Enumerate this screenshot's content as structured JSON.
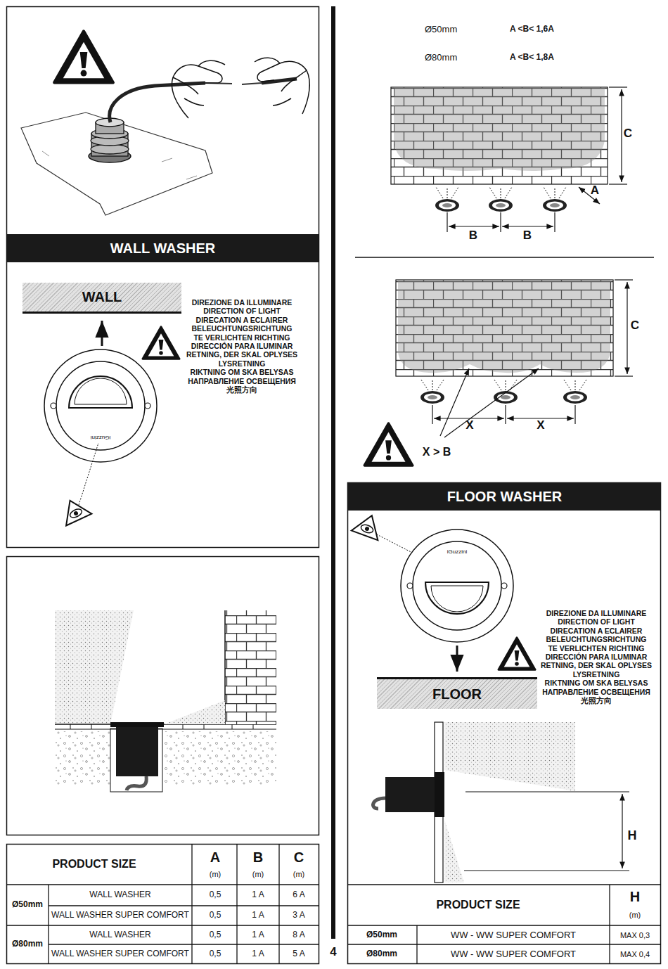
{
  "diagram": {
    "nodes": [
      {
        "text": [
          "WALL WASHER"
        ]
      },
      {
        "text": [
          "WALL"
        ]
      },
      {
        "text": [
          "FLOOR WASHER"
        ]
      },
      {
        "text": [
          "FLOOR"
        ]
      }
    ],
    "labels": [
      "Ø50mm",
      "A <B< 1,6A",
      "Ø80mm",
      "A <B< 1,8A",
      "C",
      "A",
      "B",
      "B",
      "C",
      "X",
      "X",
      "X > B",
      "iGuzzini",
      "DIREZIONE DA ILLUMINARE",
      "DIRECTION OF LIGHT",
      "DIRECATION A ECLAIRER",
      "BELEUCHTUNGSRICHTUNG",
      "TE VERLICHTEN RICHTING",
      "DIRECCIÓN PARA ILUMINAR",
      "RETNING, DER SKAL OPLYSES",
      "LYSRETNING",
      "RIKTNING OM SKA BELYSAS",
      "НАПРАВЛЕНИЕ ОСВЕЩЕНИЯ",
      "光照方向",
      "iGuzzini",
      "DIREZIONE DA ILLUMINARE",
      "DIRECTION OF LIGHT",
      "DIRECATION A ECLAIRER",
      "BELEUCHTUNGSRICHTUNG",
      "TE VERLICHTEN RICHTING",
      "DIRECCIÓN PARA ILUMINAR",
      "RETNING, DER SKAL OPLYSES",
      "LYSRETNING",
      "RIKTNING OM SKA BELYSAS",
      "НАПРАВЛЕНИЕ ОСВЕЩЕНИЯ",
      "光照方向",
      "PRODUCT SIZE",
      "A",
      "(m)",
      "B",
      "(m)",
      "C",
      "(m)",
      "Ø50mm",
      "WALL WASHER",
      "0,5",
      "1 A",
      "6 A",
      "WALL WASHER SUPER COMFORT",
      "0,5",
      "1 A",
      "3 A",
      "Ø80mm",
      "WALL WASHER",
      "0,5",
      "1 A",
      "8 A",
      "WALL WASHER SUPER COMFORT",
      "0,5",
      "1 A",
      "5 A",
      "PRODUCT SIZE",
      "H",
      "(m)",
      "Ø50mm",
      "WW - WW SUPER COMFORT",
      "MAX 0,3",
      "Ø80mm",
      "WW - WW SUPER COMFORT",
      "MAX 0,4",
      "4",
      "H"
    ]
  }
}
